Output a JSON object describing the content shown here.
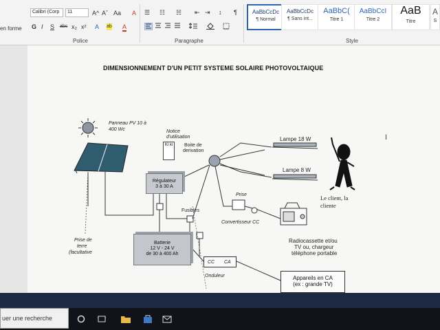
{
  "ribbon": {
    "left_label": "en forme",
    "font_name": "Calibri (Corp",
    "font_size": "11",
    "groups": {
      "police": "Police",
      "paragraphe": "Paragraphe",
      "style": "Style"
    },
    "tools": {
      "grow": "A^",
      "shrink": "Aˇ",
      "case": "Aa",
      "clear": "A",
      "bold": "G",
      "italic": "I",
      "underline": "S",
      "strike": "abc",
      "sub": "x₂",
      "sup": "x²",
      "bullets": "☰",
      "numbering": "☷",
      "multilevel": "☵",
      "outdent": "⇤",
      "indent": "⇥",
      "sort": "↕",
      "pilcrow": "¶",
      "effects": "A",
      "highlight": "ab",
      "color": "A"
    },
    "styles": [
      {
        "preview": "AaBbCcDc",
        "name": "¶ Normal"
      },
      {
        "preview": "AaBbCcDc",
        "name": "¶ Sans int..."
      },
      {
        "preview": "AaBbC(",
        "name": "Titre 1"
      },
      {
        "preview": "AaBbCcI",
        "name": "Titre 2"
      },
      {
        "preview": "AaB",
        "name": "Titre"
      },
      {
        "preview": "A",
        "name": "S"
      }
    ]
  },
  "document": {
    "title": "DIMENSIONNEMENT D'UN PETIT SYSTEME SOLAIRE PHOTOVOLTAIQUE",
    "diagram": {
      "panel_label_1": "Panneau PV 10 à",
      "panel_label_2": "400 Wc",
      "notice_1": "Notice",
      "notice_2": "d'utilisation",
      "notice_box": "Kl kl",
      "boite_1": "Boite de",
      "boite_2": "derivation",
      "lamp18": "Lampe 18 W",
      "lamp8": "Lampe 8 W",
      "regulateur_1": "Régulateur",
      "regulateur_2": "3 à 30 A",
      "fusibles": "Fusibles",
      "prise": "Prise",
      "convertisseur": "Convertisseur CC",
      "client_1": "Le client, la",
      "client_2": "cliente",
      "terre_1": "Prise de",
      "terre_2": "terre",
      "terre_3": "(facultative",
      "batterie_1": "Batterie",
      "batterie_2": "12 V - 24 V",
      "batterie_3": "de 30 à 400 Ah",
      "radio_1": "Radiocassette et/ou",
      "radio_2": "TV ou, chargeur",
      "radio_3": "téléphone portable",
      "onduleur_cc": "CC",
      "onduleur_ca": "CA",
      "onduleur": "Onduleur",
      "appareils_1": "Appareils en CA",
      "appareils_2": "(ex : grande TV)"
    }
  },
  "taskbar": {
    "search_text": "uer une recherche"
  }
}
